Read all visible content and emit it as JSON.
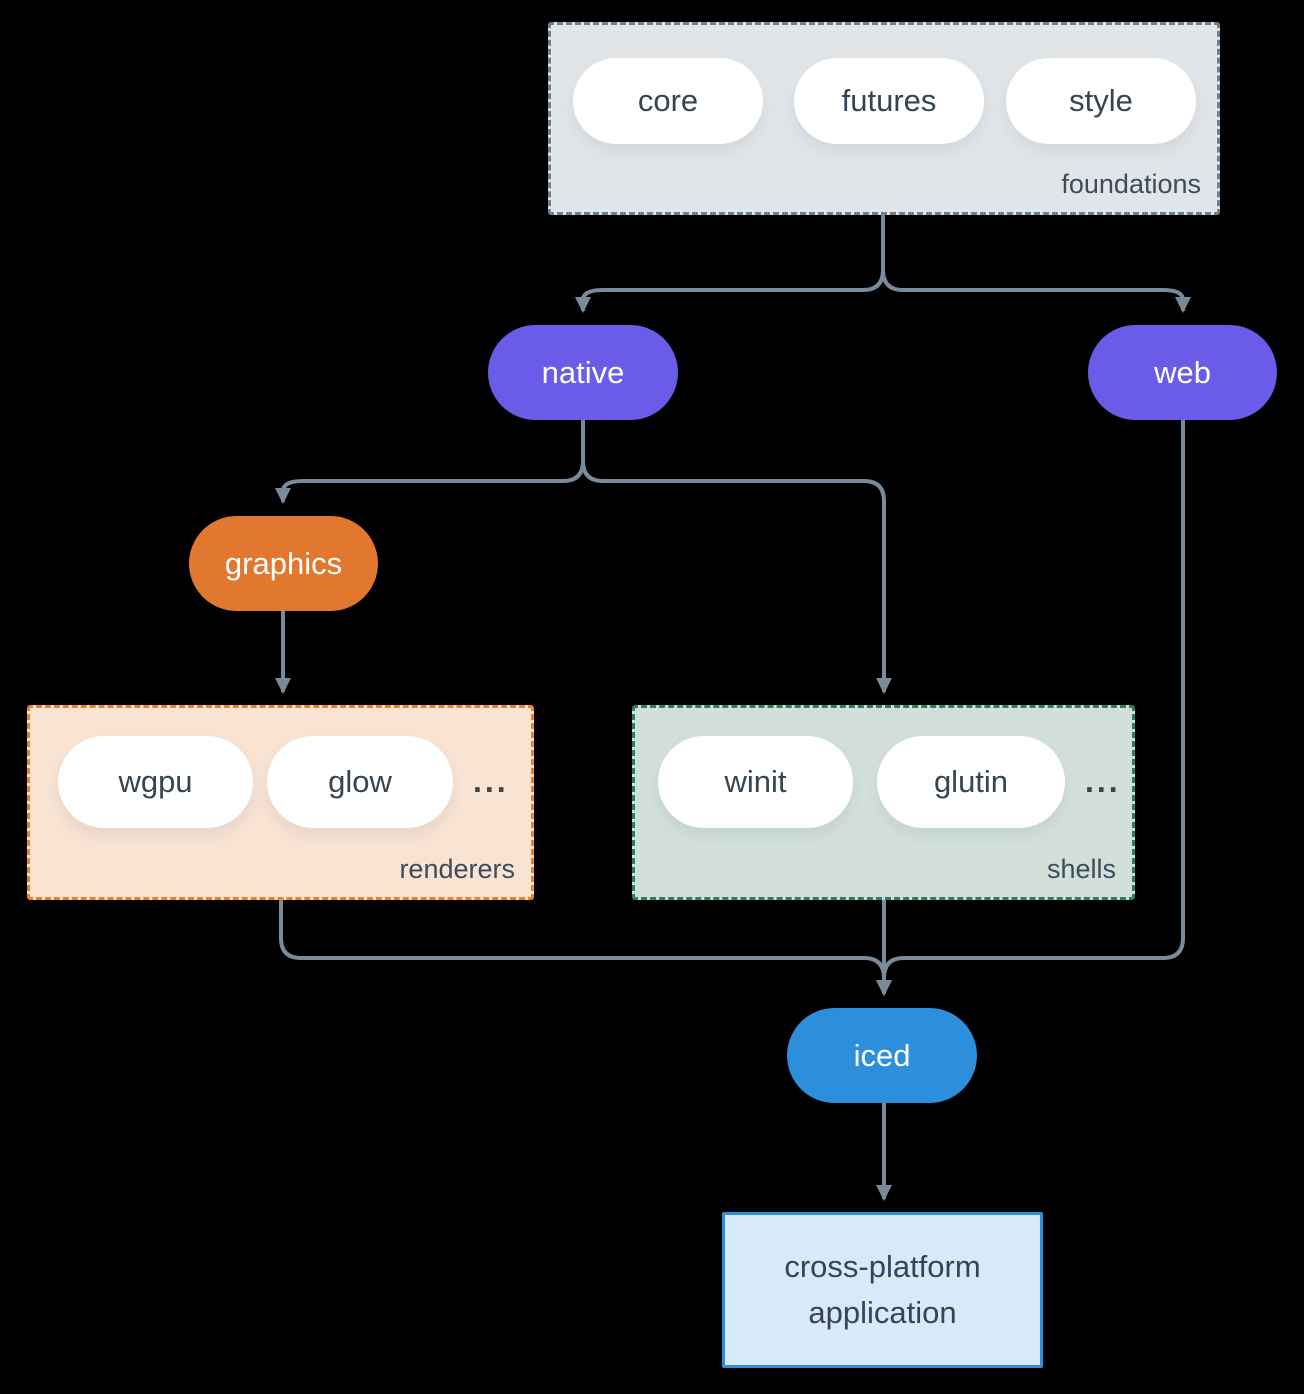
{
  "diagram": {
    "background_color": "#000000",
    "connector_color": "#7b8a99",
    "foundations": {
      "label": "foundations",
      "pills": [
        "core",
        "futures",
        "style"
      ],
      "fill_color": "#e1e5e8",
      "border_color": "#71808f"
    },
    "native": {
      "label": "native",
      "fill_color": "#6a5ce8"
    },
    "web": {
      "label": "web",
      "fill_color": "#6a5ce8"
    },
    "graphics": {
      "label": "graphics",
      "fill_color": "#e2782f"
    },
    "renderers": {
      "label": "renderers",
      "pills": [
        "wgpu",
        "glow"
      ],
      "ellipsis": "...",
      "fill_color": "#f9e3d3",
      "border_color": "#e8822e"
    },
    "shells": {
      "label": "shells",
      "pills": [
        "winit",
        "glutin"
      ],
      "ellipsis": "...",
      "fill_color": "#d2e0d9",
      "border_color": "#2f7d68"
    },
    "iced": {
      "label": "iced",
      "fill_color": "#2d8fdb"
    },
    "application": {
      "line1": "cross-platform",
      "line2": "application",
      "fill_color": "#d8e9f8",
      "border_color": "#2d8fdb"
    },
    "edges": [
      {
        "from": "foundations",
        "to": "native"
      },
      {
        "from": "foundations",
        "to": "web"
      },
      {
        "from": "native",
        "to": "graphics"
      },
      {
        "from": "native",
        "to": "shells"
      },
      {
        "from": "graphics",
        "to": "renderers"
      },
      {
        "from": "renderers",
        "to": "iced"
      },
      {
        "from": "shells",
        "to": "iced"
      },
      {
        "from": "web",
        "to": "iced"
      },
      {
        "from": "iced",
        "to": "application"
      }
    ]
  }
}
